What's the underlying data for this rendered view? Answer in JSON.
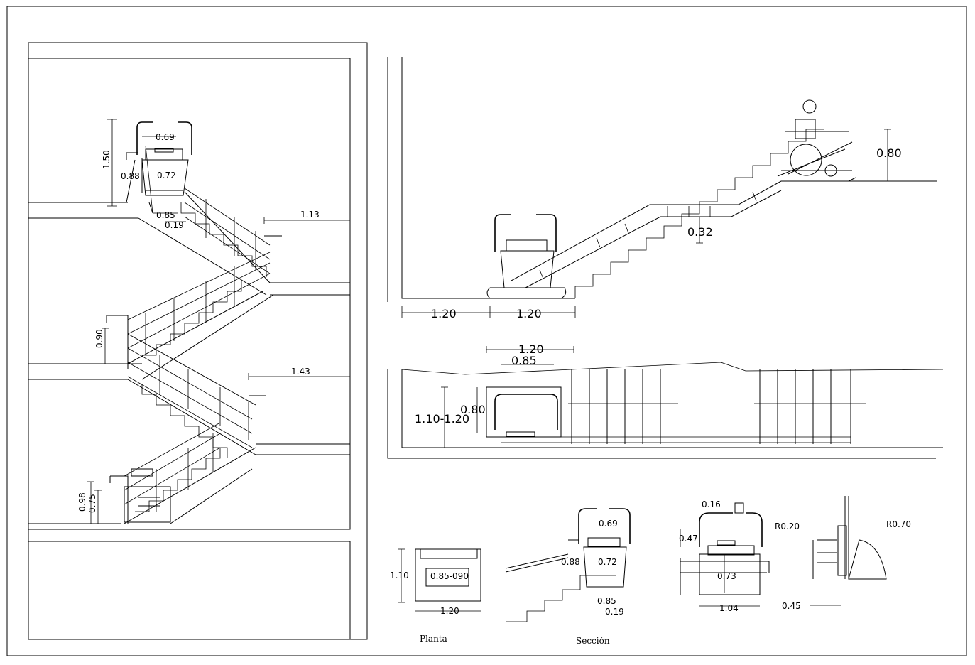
{
  "captions": {
    "plan": "Planta",
    "section": "Sección"
  },
  "stair_elevation": {
    "height_150": "1.50",
    "width_069": "0.69",
    "depth_088": "0.88",
    "seat_072": "0.72",
    "platform_085": "0.85",
    "gap_019": "0.19",
    "landing_113": "1.13",
    "rail_090": "0.90",
    "landing_143": "1.43",
    "rail_098": "0.98",
    "rail_075": "0.75"
  },
  "ramp_elevation": {
    "rise_080": "0.80",
    "rail_032": "0.32",
    "base_120_a": "1.20",
    "base_120_b": "1.20"
  },
  "ramp_plan": {
    "width_120": "1.20",
    "width_085": "0.85",
    "height_range": "1.10-1.20",
    "height_080": "0.80"
  },
  "details": {
    "plan_height_110": "1.10",
    "plan_inner": "0.85-090",
    "plan_width_120": "1.20",
    "sec_069": "0.69",
    "sec_088": "0.88",
    "sec_072": "0.72",
    "sec_085": "0.85",
    "sec_019": "0.19",
    "front_016": "0.16",
    "front_r020": "R0.20",
    "front_047": "0.47",
    "front_073": "0.73",
    "front_104": "1.04",
    "side_r070": "R0.70",
    "side_045": "0.45"
  }
}
